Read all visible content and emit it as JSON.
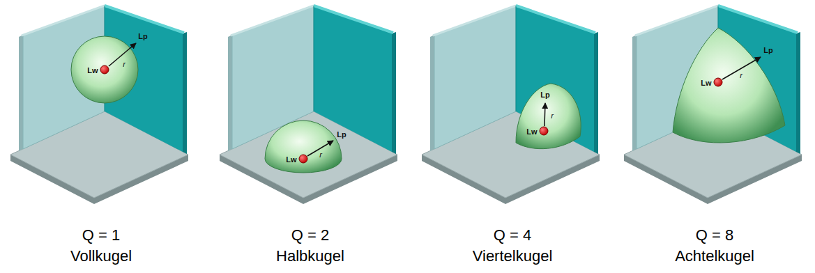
{
  "diagram": {
    "labels": [
      "Lw",
      "r",
      "Lp",
      "Q = 1",
      "Vollkugel",
      "Lw",
      "r",
      "Lp",
      "Q = 2",
      "Halbkugel",
      "Lw",
      "r",
      "Lp",
      "Q = 4",
      "Viertelkugel",
      "Lw",
      "r",
      "Lp",
      "Q = 8",
      "Achtelkugel"
    ]
  }
}
